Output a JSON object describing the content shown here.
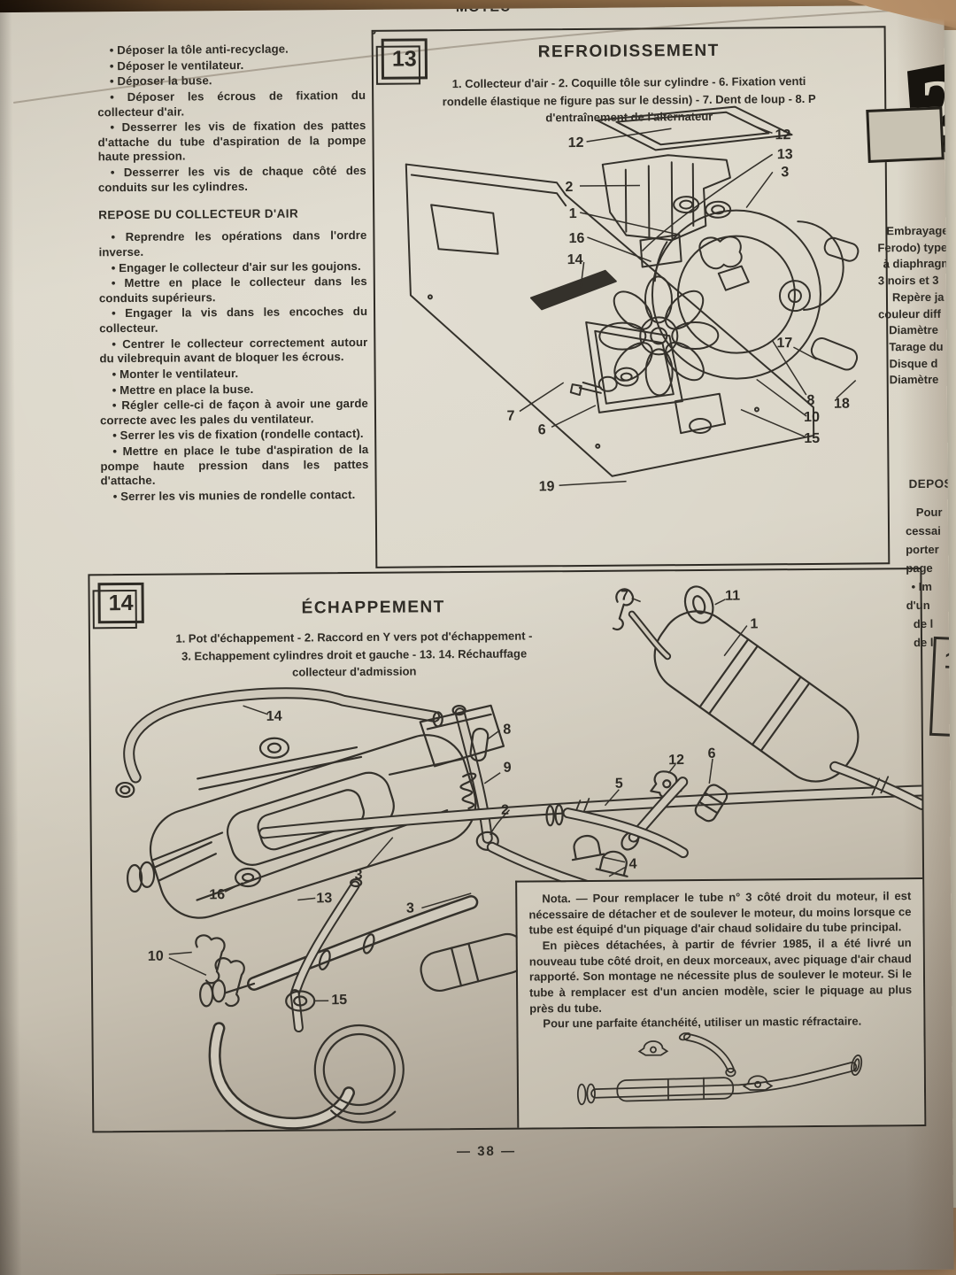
{
  "page": {
    "header_fragment": "— MOTEU",
    "number": "— 38 —",
    "chapter_tab": "2",
    "partial_fig_number": "1"
  },
  "left_column": {
    "bullets": [
      "• Déposer la tôle anti-recyclage.",
      "• Déposer le ventilateur.",
      "• Déposer la buse.",
      "• Déposer les écrous de fixation du collecteur d'air.",
      "• Desserrer les vis de fixation des pattes d'attache du tube d'aspiration de la pompe haute pression.",
      "• Desserrer les vis de chaque côté des conduits sur les cylindres."
    ],
    "heading": "REPOSE DU COLLECTEUR D'AIR",
    "bullets2": [
      "• Reprendre les opérations dans l'ordre inverse.",
      "• Engager le collecteur d'air sur les goujons.",
      "• Mettre en place le collecteur dans les conduits supérieurs.",
      "• Engager la vis dans les encoches du collecteur.",
      "• Centrer le collecteur correctement autour du vilebrequin avant de bloquer les écrous.",
      "• Monter le ventilateur.",
      "• Mettre en place la buse.",
      "• Régler celle-ci de façon à avoir une garde correcte avec les pales du ventilateur.",
      "• Serrer les vis de fixation (rondelle contact).",
      "• Mettre en place le tube d'aspiration de la pompe haute pression dans les pattes d'attache.",
      "• Serrer les vis munies de rondelle contact."
    ]
  },
  "fig13": {
    "number": "13",
    "title": "REFROIDISSEMENT",
    "caption_line1": "1. Collecteur d'air - 2. Coquille tôle sur cylindre - 6. Fixation venti",
    "caption_line2": "rondelle élastique ne figure pas sur le dessin) - 7. Dent de loup - 8. P",
    "caption_line3": "d'entraînement de l'alternateur",
    "callouts": [
      "12",
      "2",
      "1",
      "16",
      "14",
      "12",
      "13",
      "3",
      "17",
      "8",
      "18",
      "10",
      "15",
      "7",
      "6",
      "19"
    ]
  },
  "fig14": {
    "number": "14",
    "title": "ÉCHAPPEMENT",
    "caption_line1": "1. Pot d'échappement - 2. Raccord en Y vers pot d'échappement -",
    "caption_line2": "3. Echappement cylindres droit et gauche - 13. 14. Réchauffage",
    "caption_line3": "collecteur d'admission",
    "callouts": [
      "14",
      "8",
      "9",
      "7",
      "11",
      "1",
      "12",
      "6",
      "2",
      "5",
      "3",
      "3",
      "4",
      "16",
      "13",
      "10",
      "15"
    ]
  },
  "nota": {
    "p1": "Nota. — Pour remplacer le tube n° 3 côté droit du moteur, il est nécessaire de détacher et de soulever le moteur, du moins lorsque ce tube est équipé d'un piquage d'air chaud solidaire du tube principal.",
    "p2": "En pièces détachées, à partir de février 1985, il a été livré un nouveau tube côté droit, en deux morceaux, avec piquage d'air chaud rapporté. Son montage ne nécessite plus de soulever le moteur. Si le tube à remplacer est d'un ancien modèle, scier le piquage au plus près du tube.",
    "p3": "Pour une parfaite étanchéité, utiliser un mastic réfractaire."
  },
  "right_column": {
    "fragments": [
      "Embrayage",
      "Ferodo) type",
      "à diaphragm",
      "3 noirs et 3",
      "Repère ja",
      "couleur diff",
      "Diamètre",
      "Tarage du",
      "Disque d",
      "Diamètre"
    ],
    "heading2": "DEPOSE",
    "fragments2": [
      "Pour",
      "cessai",
      "porter",
      "page",
      "• Im",
      "d'un",
      "de l",
      "de l"
    ]
  },
  "colors": {
    "paper": "#d9d4c6",
    "ink": "#2e2b25",
    "desk": "#a8835a"
  }
}
